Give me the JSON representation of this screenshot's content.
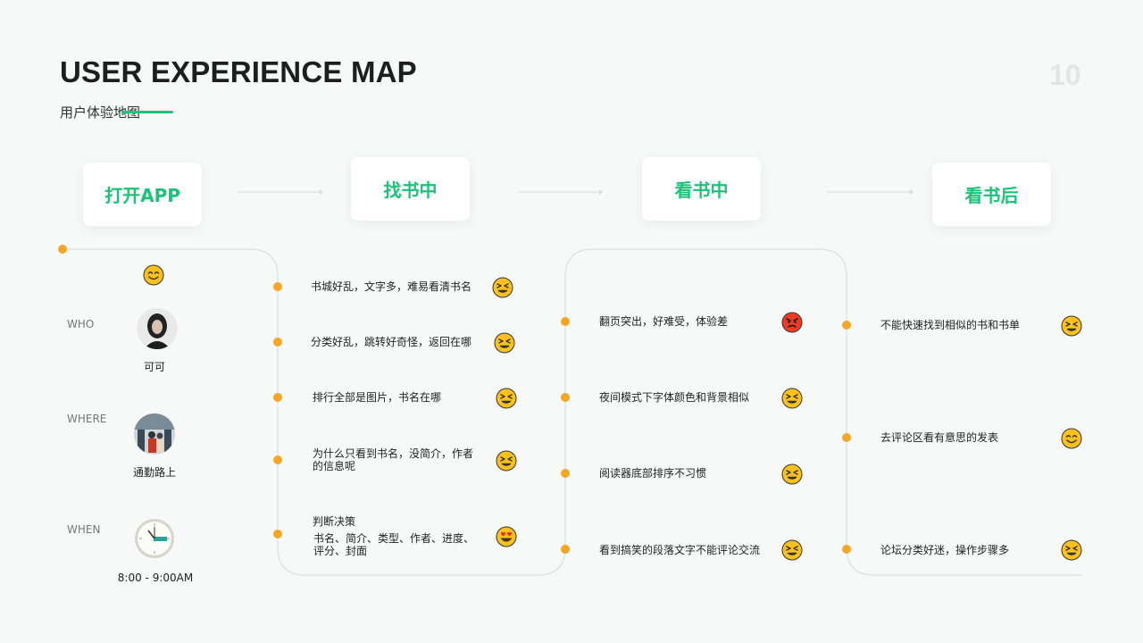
{
  "header": {
    "title": "USER EXPERIENCE MAP",
    "subtitle": "用户体验地图",
    "page_number": "10"
  },
  "stages": [
    "打开APP",
    "找书中",
    "看书中",
    "看书后"
  ],
  "persona": {
    "who_label": "WHO",
    "who_value": "可可",
    "where_label": "WHERE",
    "where_value": "通勤路上",
    "when_label": "WHEN",
    "when_value": "8:00 - 9:00AM",
    "mood": "smile"
  },
  "find_items": [
    {
      "text": "书城好乱，文字多，难易看清书名",
      "emotion": "frustrated"
    },
    {
      "text": "分类好乱，跳转好奇怪，返回在哪",
      "emotion": "frustrated"
    },
    {
      "text": "排行全部是图片，书名在哪",
      "emotion": "frustrated"
    },
    {
      "text": "为什么只看到书名，没简介，作者的信息呢",
      "emotion": "frustrated"
    },
    {
      "title": "判断决策",
      "text": "书名、简介、类型、作者、进度、评分、封面",
      "emotion": "love"
    }
  ],
  "read_items": [
    {
      "text": "翻页突出，好难受，体验差",
      "emotion": "angry"
    },
    {
      "text": "夜间模式下字体颜色和背景相似",
      "emotion": "frustrated"
    },
    {
      "text": "阅读器底部排序不习惯",
      "emotion": "frustrated"
    },
    {
      "text": "看到搞笑的段落文字不能评论交流",
      "emotion": "frustrated"
    }
  ],
  "after_items": [
    {
      "text": "不能快速找到相似的书和书单",
      "emotion": "frustrated"
    },
    {
      "text": "去评论区看有意思的发表",
      "emotion": "smile"
    },
    {
      "text": "论坛分类好迷，操作步骤多",
      "emotion": "frustrated"
    }
  ],
  "colors": {
    "accent_green": "#1ac378",
    "dot_orange": "#f5a623",
    "line_gray": "#dcdcdc",
    "emoji_yellow": "#fcc21b",
    "emoji_red": "#ef3b24"
  }
}
